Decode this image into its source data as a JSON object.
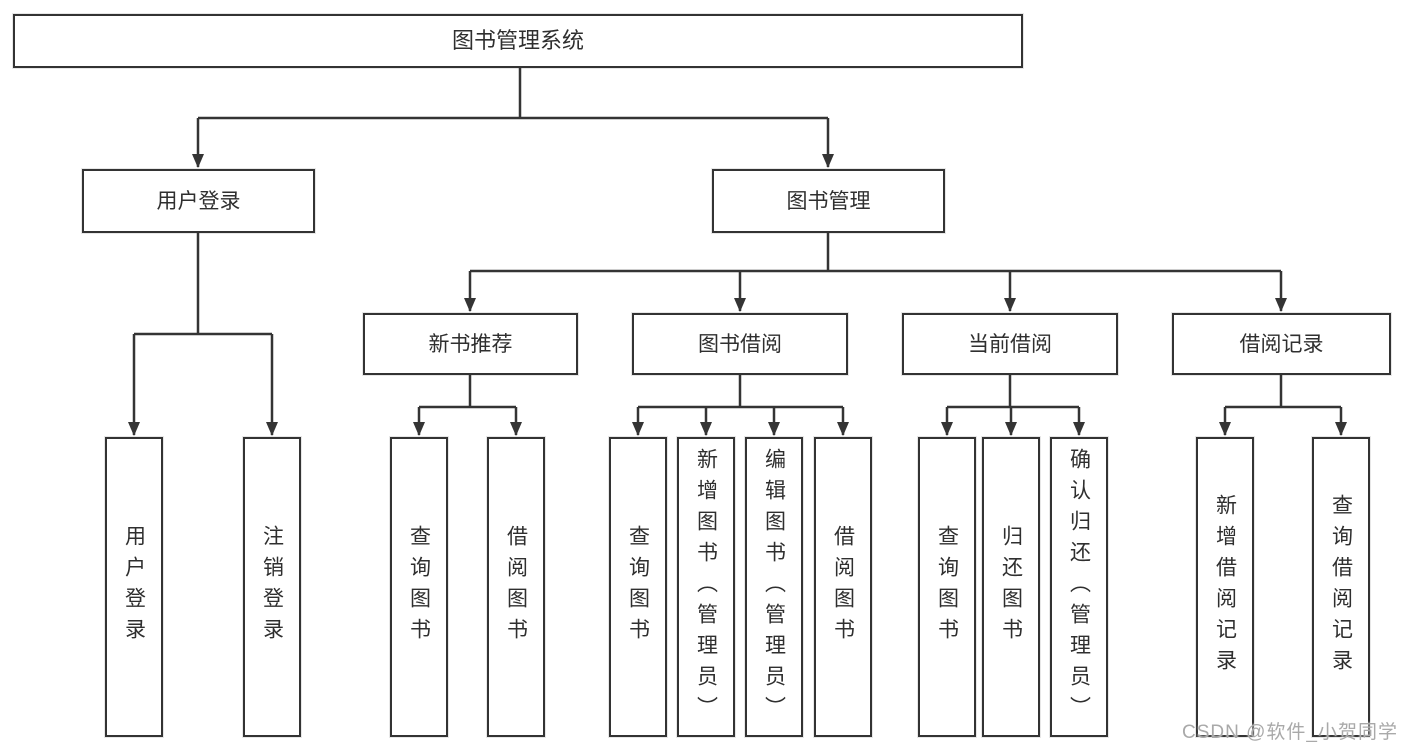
{
  "nodes": {
    "root": "图书管理系统",
    "level2": [
      "用户登录",
      "图书管理"
    ],
    "level3": [
      "新书推荐",
      "图书借阅",
      "当前借阅",
      "借阅记录"
    ],
    "level4": [
      "用户登录",
      "注销登录",
      "查询图书",
      "借阅图书",
      "查询图书",
      "新增图书（管理员）",
      "编辑图书（管理员）",
      "借阅图书",
      "查询图书",
      "归还图书",
      "确认归还（管理员）",
      "新增借阅记录",
      "查询借阅记录"
    ]
  },
  "tree": {
    "图书管理系统": {
      "用户登录": [
        "用户登录",
        "注销登录"
      ],
      "图书管理": {
        "新书推荐": [
          "查询图书",
          "借阅图书"
        ],
        "图书借阅": [
          "查询图书",
          "新增图书（管理员）",
          "编辑图书（管理员）",
          "借阅图书"
        ],
        "当前借阅": [
          "查询图书",
          "归还图书",
          "确认归还（管理员）"
        ],
        "借阅记录": [
          "新增借阅记录",
          "查询借阅记录"
        ]
      }
    }
  },
  "watermark": "CSDN @软件_小贺同学",
  "colors": {
    "line": "#343434",
    "box_border": "#333333",
    "box_fill": "#ffffff",
    "text": "#2f2f2f",
    "watermark": "#a9a9a9",
    "background": "#ffffff"
  }
}
